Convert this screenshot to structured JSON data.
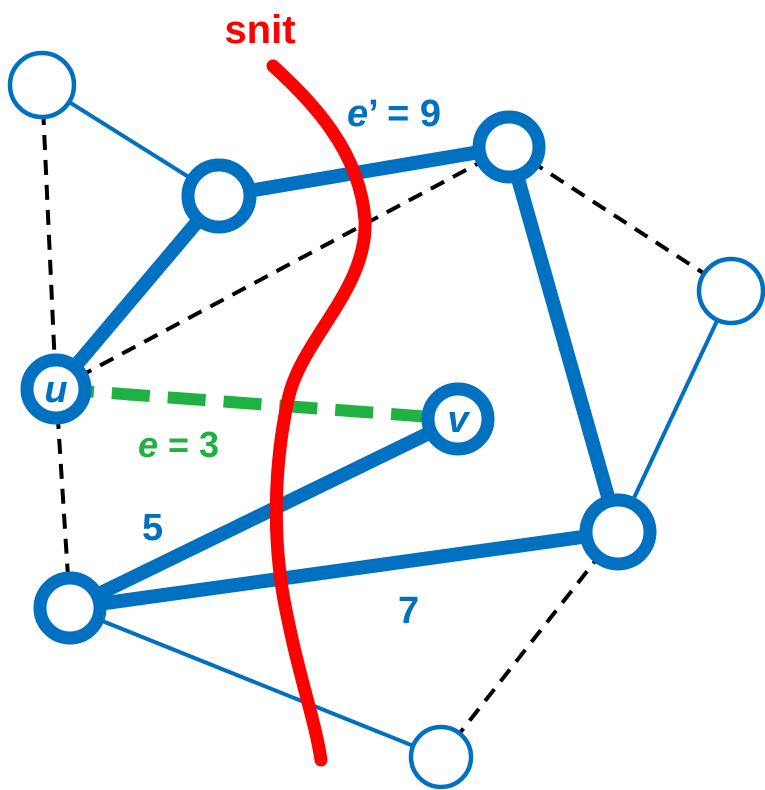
{
  "title": "snit",
  "colors": {
    "blue": "#0070C0",
    "red": "#FF0000",
    "green": "#1FB141",
    "black": "#000000",
    "white": "#FFFFFF"
  },
  "nodes": [
    {
      "id": "n1",
      "label": "",
      "emphasis": "normal"
    },
    {
      "id": "n2",
      "label": "",
      "emphasis": "thick"
    },
    {
      "id": "n3",
      "label": "",
      "emphasis": "thick"
    },
    {
      "id": "n4",
      "label": "",
      "emphasis": "normal"
    },
    {
      "id": "u",
      "label": "u",
      "emphasis": "thick"
    },
    {
      "id": "v",
      "label": "v",
      "emphasis": "thick"
    },
    {
      "id": "n7",
      "label": "",
      "emphasis": "thick"
    },
    {
      "id": "n8",
      "label": "",
      "emphasis": "thick"
    },
    {
      "id": "n9",
      "label": "",
      "emphasis": "normal"
    }
  ],
  "edges": [
    {
      "from": "n1",
      "to": "n2",
      "style": "thin",
      "label": ""
    },
    {
      "from": "n1",
      "to": "u",
      "style": "dashed",
      "label": ""
    },
    {
      "from": "n2",
      "to": "n3",
      "style": "thick",
      "label": "e’ = 9"
    },
    {
      "from": "u",
      "to": "n2",
      "style": "thick",
      "label": ""
    },
    {
      "from": "u",
      "to": "n3",
      "style": "dashed",
      "label": ""
    },
    {
      "from": "n3",
      "to": "n4",
      "style": "dashed",
      "label": ""
    },
    {
      "from": "n3",
      "to": "n7",
      "style": "thick",
      "label": ""
    },
    {
      "from": "n4",
      "to": "n7",
      "style": "thin",
      "label": ""
    },
    {
      "from": "u",
      "to": "v",
      "style": "green-dashed",
      "label": "e = 3"
    },
    {
      "from": "u",
      "to": "n8",
      "style": "dashed",
      "label": ""
    },
    {
      "from": "v",
      "to": "n8",
      "style": "thick",
      "label": "5"
    },
    {
      "from": "n8",
      "to": "n7",
      "style": "thick",
      "label": "7"
    },
    {
      "from": "n8",
      "to": "n9",
      "style": "thin",
      "label": ""
    },
    {
      "from": "n7",
      "to": "n9",
      "style": "dashed",
      "label": ""
    }
  ],
  "labels": {
    "title": "snit",
    "e_prime": "e’ = 9",
    "e": "e = 3",
    "w5": "5",
    "w7": "7"
  }
}
